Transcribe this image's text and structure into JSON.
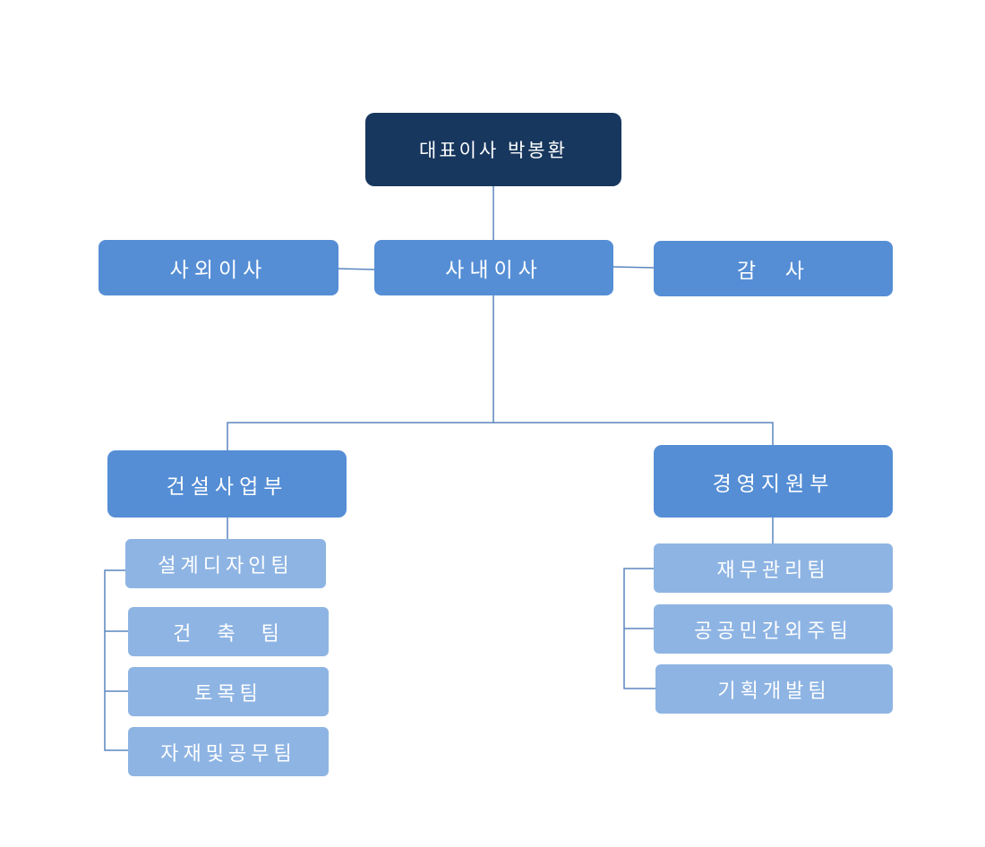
{
  "colors": {
    "ceo_fill": "#17375e",
    "executive_fill": "#558ed5",
    "department_fill": "#558ed5",
    "team_fill": "#8eb4e3",
    "connector": "#5a86bf",
    "text": "#ffffff"
  },
  "org": {
    "ceo": "대표이사 박봉환",
    "executives": {
      "outside_director": "사외이사",
      "inside_director": "사내이사",
      "auditor": "감  사"
    },
    "construction": {
      "name": "건설사업부",
      "teams": [
        "설계디자인팀",
        "건  축  팀",
        "토목팀",
        "자재및공무팀"
      ]
    },
    "management": {
      "name": "경영지원부",
      "teams": [
        "재무관리팀",
        "공공민간외주팀",
        "기획개발팀"
      ]
    }
  }
}
